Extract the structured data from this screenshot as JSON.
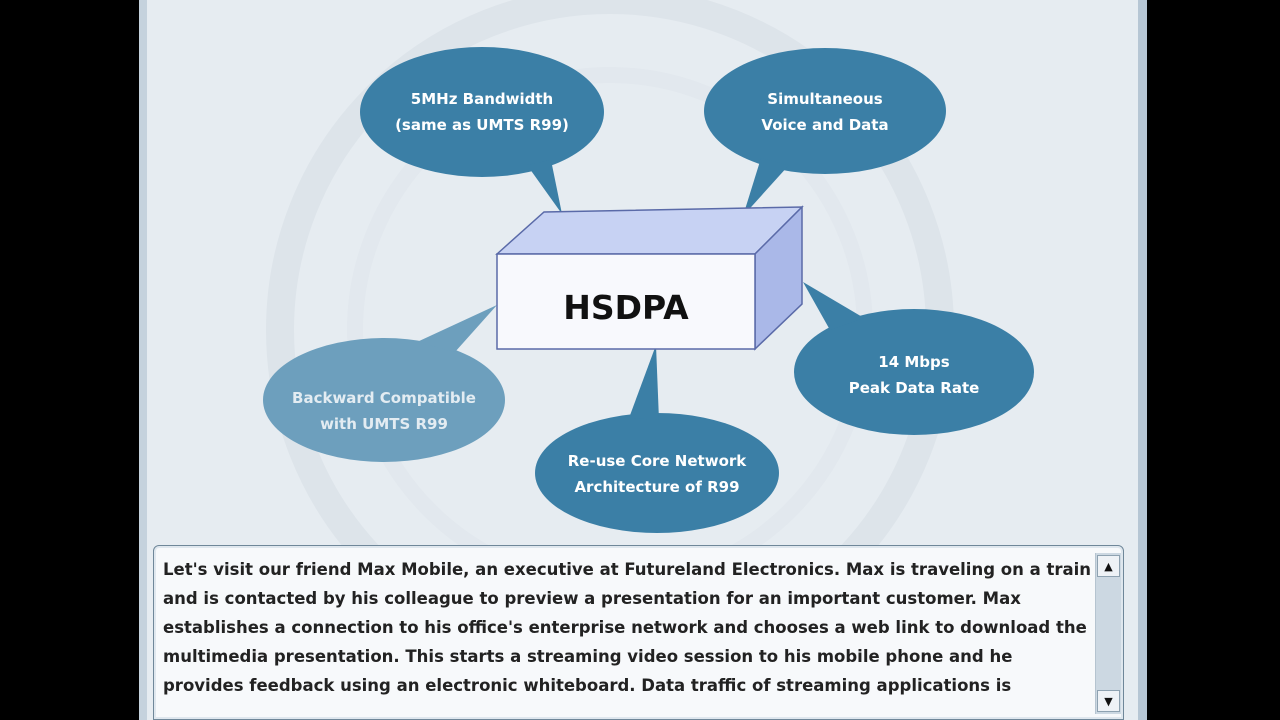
{
  "diagram": {
    "center_label": "HSDPA",
    "bubbles": [
      {
        "id": "bandwidth",
        "lines": [
          "5MHz Bandwidth",
          "(same as UMTS R99)"
        ]
      },
      {
        "id": "voice-data",
        "lines": [
          "Simultaneous",
          "Voice and Data"
        ]
      },
      {
        "id": "peak-rate",
        "lines": [
          "14 Mbps",
          "Peak Data Rate"
        ]
      },
      {
        "id": "core-network",
        "lines": [
          "Re-use Core Network",
          "Architecture of R99"
        ]
      },
      {
        "id": "backward",
        "lines": [
          "Backward Compatible",
          "with UMTS R99"
        ]
      }
    ]
  },
  "narration": {
    "lines": [
      "Let's visit our friend Max Mobile, an executive at Futureland Electronics. Max is traveling on a train",
      "and is contacted by his colleague to preview a presentation for an important customer. Max",
      "establishes a connection to his office's enterprise network and chooses a web link to download the",
      "multimedia presentation. This starts a streaming video session to his mobile phone and he",
      "provides feedback using an electronic whiteboard. Data traffic of streaming applications is"
    ]
  },
  "scrollbar": {
    "up_icon": "▲",
    "down_icon": "▼"
  },
  "colors": {
    "bubble": "#3b7fa6",
    "bubble_faded": "#6d9fbd",
    "box_face": "#f8f9fd",
    "box_top": "#c7d2f3",
    "box_side": "#aab8e8"
  }
}
